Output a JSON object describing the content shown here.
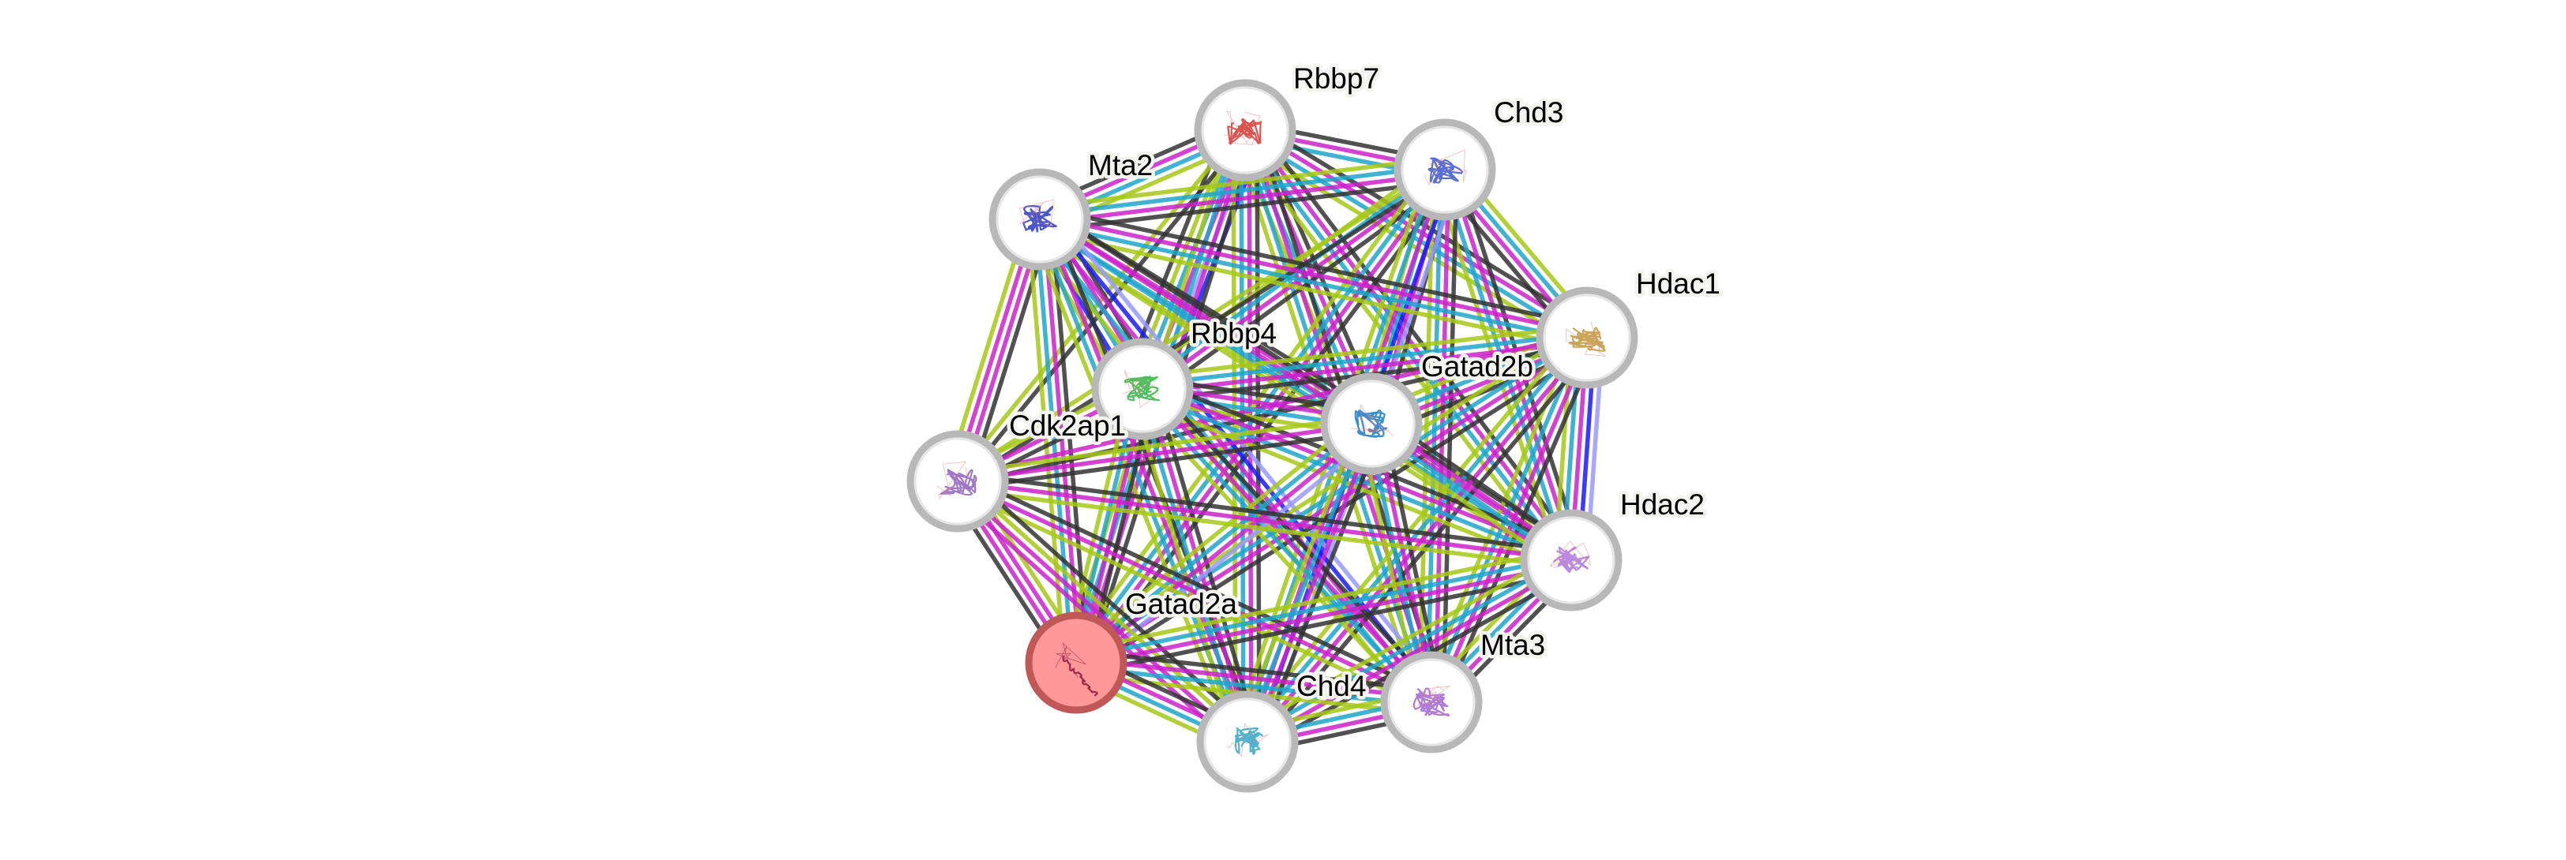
{
  "network": {
    "title": "Protein interaction network",
    "query_protein": "Gatad2a",
    "evidence_colors": {
      "gray": "#333333",
      "magenta": "#cc22cc",
      "cyan": "#1fa6cc",
      "yellowgreen": "#a6c817",
      "blue": "#1a1aff",
      "periwinkle": "#9a9aff"
    },
    "nodes": [
      {
        "id": "Rbbp7",
        "label": "Rbbp7",
        "query": false,
        "structure_color": "#d9534f"
      },
      {
        "id": "Chd3",
        "label": "Chd3",
        "query": false,
        "structure_color": "#5a6fd6"
      },
      {
        "id": "Mta2",
        "label": "Mta2",
        "query": false,
        "structure_color": "#4a55cc"
      },
      {
        "id": "Hdac1",
        "label": "Hdac1",
        "query": false,
        "structure_color": "#c9a65a"
      },
      {
        "id": "Rbbp4",
        "label": "Rbbp4",
        "query": false,
        "structure_color": "#4fbf5f"
      },
      {
        "id": "Gatad2b",
        "label": "Gatad2b",
        "query": false,
        "structure_color": "#3a8ccf"
      },
      {
        "id": "Cdk2ap1",
        "label": "Cdk2ap1",
        "query": false,
        "structure_color": "#a07ac8"
      },
      {
        "id": "Hdac2",
        "label": "Hdac2",
        "query": false,
        "structure_color": "#b88ae0"
      },
      {
        "id": "Gatad2a",
        "label": "Gatad2a",
        "query": true,
        "structure_color": "#a0284a"
      },
      {
        "id": "Mta3",
        "label": "Mta3",
        "query": false,
        "structure_color": "#b07ad8"
      },
      {
        "id": "Chd4",
        "label": "Chd4",
        "query": false,
        "structure_color": "#4fb3cf"
      }
    ],
    "edges": [
      {
        "a": "Rbbp7",
        "b": "Chd3",
        "evidence": [
          "gray",
          "magenta",
          "cyan"
        ]
      },
      {
        "a": "Rbbp7",
        "b": "Mta2",
        "evidence": [
          "yellowgreen",
          "cyan",
          "magenta",
          "gray"
        ]
      },
      {
        "a": "Rbbp7",
        "b": "Hdac1",
        "evidence": [
          "gray",
          "magenta",
          "cyan",
          "yellowgreen"
        ]
      },
      {
        "a": "Rbbp7",
        "b": "Rbbp4",
        "evidence": [
          "blue",
          "periwinkle",
          "magenta",
          "cyan",
          "yellowgreen",
          "gray"
        ]
      },
      {
        "a": "Rbbp7",
        "b": "Gatad2b",
        "evidence": [
          "gray",
          "magenta",
          "cyan",
          "yellowgreen"
        ]
      },
      {
        "a": "Rbbp7",
        "b": "Cdk2ap1",
        "evidence": [
          "gray",
          "yellowgreen"
        ]
      },
      {
        "a": "Rbbp7",
        "b": "Hdac2",
        "evidence": [
          "gray",
          "magenta",
          "cyan",
          "yellowgreen"
        ]
      },
      {
        "a": "Rbbp7",
        "b": "Gatad2a",
        "evidence": [
          "gray",
          "magenta",
          "cyan",
          "yellowgreen"
        ]
      },
      {
        "a": "Rbbp7",
        "b": "Mta3",
        "evidence": [
          "gray",
          "magenta",
          "cyan",
          "yellowgreen"
        ]
      },
      {
        "a": "Rbbp7",
        "b": "Chd4",
        "evidence": [
          "gray",
          "magenta",
          "cyan",
          "yellowgreen"
        ]
      },
      {
        "a": "Chd3",
        "b": "Mta2",
        "evidence": [
          "gray",
          "magenta",
          "cyan",
          "yellowgreen"
        ]
      },
      {
        "a": "Chd3",
        "b": "Hdac1",
        "evidence": [
          "yellowgreen",
          "cyan",
          "magenta",
          "gray"
        ]
      },
      {
        "a": "Chd3",
        "b": "Rbbp4",
        "evidence": [
          "gray",
          "magenta",
          "cyan",
          "yellowgreen"
        ]
      },
      {
        "a": "Chd3",
        "b": "Gatad2b",
        "evidence": [
          "gray",
          "magenta",
          "cyan",
          "yellowgreen"
        ]
      },
      {
        "a": "Chd3",
        "b": "Cdk2ap1",
        "evidence": [
          "gray",
          "yellowgreen"
        ]
      },
      {
        "a": "Chd3",
        "b": "Hdac2",
        "evidence": [
          "gray",
          "magenta",
          "cyan",
          "yellowgreen"
        ]
      },
      {
        "a": "Chd3",
        "b": "Gatad2a",
        "evidence": [
          "gray",
          "magenta",
          "cyan",
          "yellowgreen"
        ]
      },
      {
        "a": "Chd3",
        "b": "Mta3",
        "evidence": [
          "gray",
          "magenta",
          "cyan",
          "yellowgreen"
        ]
      },
      {
        "a": "Chd3",
        "b": "Chd4",
        "evidence": [
          "periwinkle",
          "blue",
          "magenta",
          "cyan",
          "yellowgreen"
        ]
      },
      {
        "a": "Mta2",
        "b": "Hdac1",
        "evidence": [
          "gray",
          "magenta",
          "cyan",
          "yellowgreen"
        ]
      },
      {
        "a": "Mta2",
        "b": "Rbbp4",
        "evidence": [
          "gray",
          "magenta",
          "cyan",
          "blue",
          "yellowgreen"
        ]
      },
      {
        "a": "Mta2",
        "b": "Gatad2b",
        "evidence": [
          "gray",
          "magenta",
          "cyan",
          "yellowgreen"
        ]
      },
      {
        "a": "Mta2",
        "b": "Cdk2ap1",
        "evidence": [
          "gray",
          "magenta",
          "magenta",
          "yellowgreen"
        ]
      },
      {
        "a": "Mta2",
        "b": "Hdac2",
        "evidence": [
          "gray",
          "magenta",
          "cyan",
          "yellowgreen"
        ]
      },
      {
        "a": "Mta2",
        "b": "Gatad2a",
        "evidence": [
          "gray",
          "magenta",
          "cyan",
          "yellowgreen"
        ]
      },
      {
        "a": "Mta2",
        "b": "Mta3",
        "evidence": [
          "periwinkle",
          "blue",
          "magenta",
          "cyan",
          "yellowgreen"
        ]
      },
      {
        "a": "Mta2",
        "b": "Chd4",
        "evidence": [
          "gray",
          "magenta",
          "cyan",
          "yellowgreen"
        ]
      },
      {
        "a": "Hdac1",
        "b": "Rbbp4",
        "evidence": [
          "gray",
          "magenta",
          "cyan",
          "yellowgreen"
        ]
      },
      {
        "a": "Hdac1",
        "b": "Gatad2b",
        "evidence": [
          "gray",
          "magenta",
          "cyan",
          "yellowgreen"
        ]
      },
      {
        "a": "Hdac1",
        "b": "Cdk2ap1",
        "evidence": [
          "gray",
          "magenta"
        ]
      },
      {
        "a": "Hdac1",
        "b": "Hdac2",
        "evidence": [
          "periwinkle",
          "blue",
          "magenta",
          "cyan",
          "yellowgreen"
        ]
      },
      {
        "a": "Hdac1",
        "b": "Gatad2a",
        "evidence": [
          "gray",
          "magenta",
          "cyan",
          "yellowgreen"
        ]
      },
      {
        "a": "Hdac1",
        "b": "Mta3",
        "evidence": [
          "gray",
          "magenta",
          "cyan",
          "yellowgreen"
        ]
      },
      {
        "a": "Hdac1",
        "b": "Chd4",
        "evidence": [
          "gray",
          "magenta",
          "cyan",
          "yellowgreen"
        ]
      },
      {
        "a": "Rbbp4",
        "b": "Gatad2b",
        "evidence": [
          "gray",
          "magenta",
          "cyan",
          "yellowgreen"
        ]
      },
      {
        "a": "Rbbp4",
        "b": "Cdk2ap1",
        "evidence": [
          "gray",
          "magenta",
          "yellowgreen"
        ]
      },
      {
        "a": "Rbbp4",
        "b": "Hdac2",
        "evidence": [
          "gray",
          "magenta",
          "cyan",
          "yellowgreen"
        ]
      },
      {
        "a": "Rbbp4",
        "b": "Gatad2a",
        "evidence": [
          "gray",
          "magenta",
          "cyan",
          "yellowgreen"
        ]
      },
      {
        "a": "Rbbp4",
        "b": "Mta3",
        "evidence": [
          "gray",
          "magenta",
          "cyan",
          "yellowgreen"
        ]
      },
      {
        "a": "Rbbp4",
        "b": "Chd4",
        "evidence": [
          "gray",
          "magenta",
          "cyan",
          "yellowgreen"
        ]
      },
      {
        "a": "Gatad2b",
        "b": "Cdk2ap1",
        "evidence": [
          "gray",
          "magenta",
          "yellowgreen"
        ]
      },
      {
        "a": "Gatad2b",
        "b": "Hdac2",
        "evidence": [
          "gray",
          "magenta",
          "cyan",
          "yellowgreen"
        ]
      },
      {
        "a": "Gatad2b",
        "b": "Gatad2a",
        "evidence": [
          "periwinkle",
          "magenta",
          "cyan",
          "yellowgreen"
        ]
      },
      {
        "a": "Gatad2b",
        "b": "Mta3",
        "evidence": [
          "gray",
          "magenta",
          "cyan",
          "yellowgreen"
        ]
      },
      {
        "a": "Gatad2b",
        "b": "Chd4",
        "evidence": [
          "gray",
          "magenta",
          "cyan",
          "yellowgreen"
        ]
      },
      {
        "a": "Cdk2ap1",
        "b": "Hdac2",
        "evidence": [
          "gray",
          "magenta",
          "yellowgreen"
        ]
      },
      {
        "a": "Cdk2ap1",
        "b": "Gatad2a",
        "evidence": [
          "yellowgreen",
          "magenta",
          "magenta",
          "gray"
        ]
      },
      {
        "a": "Cdk2ap1",
        "b": "Mta3",
        "evidence": [
          "gray",
          "magenta",
          "yellowgreen"
        ]
      },
      {
        "a": "Cdk2ap1",
        "b": "Chd4",
        "evidence": [
          "gray",
          "yellowgreen",
          "magenta",
          "magenta"
        ]
      },
      {
        "a": "Hdac2",
        "b": "Gatad2a",
        "evidence": [
          "gray",
          "magenta",
          "cyan",
          "yellowgreen"
        ]
      },
      {
        "a": "Hdac2",
        "b": "Mta3",
        "evidence": [
          "gray",
          "magenta",
          "cyan",
          "yellowgreen"
        ]
      },
      {
        "a": "Hdac2",
        "b": "Chd4",
        "evidence": [
          "gray",
          "magenta",
          "cyan",
          "yellowgreen"
        ]
      },
      {
        "a": "Gatad2a",
        "b": "Mta3",
        "evidence": [
          "gray",
          "magenta",
          "cyan",
          "yellowgreen"
        ]
      },
      {
        "a": "Gatad2a",
        "b": "Chd4",
        "evidence": [
          "gray",
          "magenta",
          "cyan",
          "yellowgreen"
        ]
      },
      {
        "a": "Mta3",
        "b": "Chd4",
        "evidence": [
          "gray",
          "magenta",
          "cyan",
          "yellowgreen"
        ]
      }
    ]
  }
}
